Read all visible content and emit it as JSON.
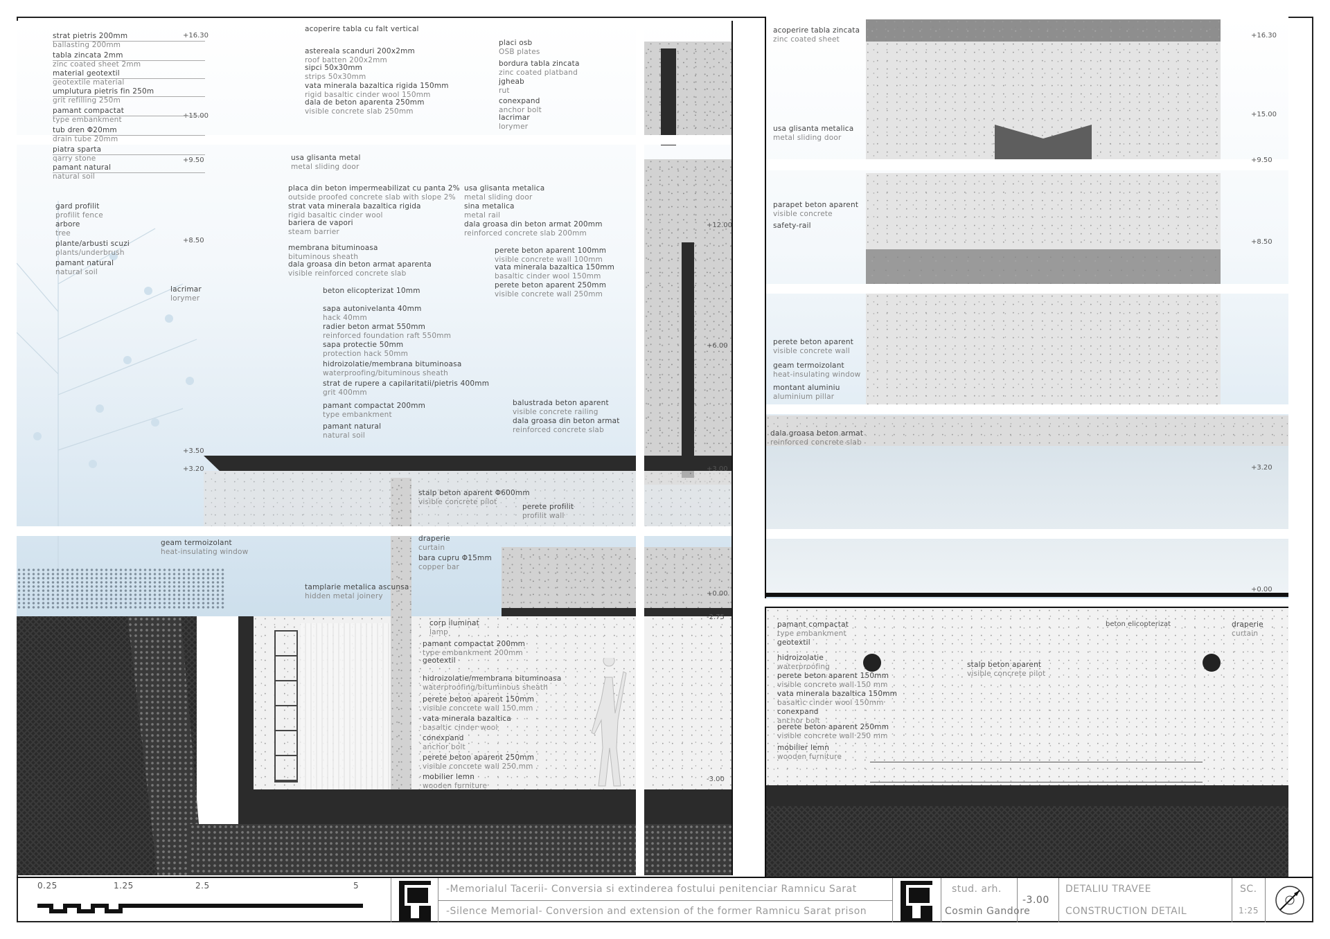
{
  "section": {
    "levels": [
      "+16.30",
      "+15.00",
      "+9.50",
      "+8.50",
      "+3.50",
      "+3.20",
      "+12.00",
      "+6.00",
      "+3.00",
      "+0.00",
      "-2.75",
      "-3.00"
    ],
    "notes_left": [
      {
        "ro": "strat pietris 200mm",
        "en": "ballasting 200mm"
      },
      {
        "ro": "tabla zincata 2mm",
        "en": "zinc coated sheet 2mm"
      },
      {
        "ro": "material geotextil",
        "en": "geotextile material"
      },
      {
        "ro": "umplutura pietris fin 250m",
        "en": "grit refilling 250m"
      },
      {
        "ro": "pamant compactat",
        "en": "type embankment"
      },
      {
        "ro": "tub dren Φ20mm",
        "en": "drain tube    20mm"
      },
      {
        "ro": "piatra sparta",
        "en": "qarry stone"
      },
      {
        "ro": "pamant natural",
        "en": "natural soil"
      },
      {
        "ro": "gard profilit",
        "en": "profilit fence"
      },
      {
        "ro": "arbore",
        "en": "tree"
      },
      {
        "ro": "plante/arbusti scuzi",
        "en": "plants/underbrush"
      },
      {
        "ro": "pamant natural",
        "en": "natural soil"
      },
      {
        "ro": "lacrimar",
        "en": "lorymer"
      },
      {
        "ro": "geam termoizolant",
        "en": "heat-insulating window"
      }
    ],
    "notes_mid": [
      {
        "ro": "acoperire tabla cu falt vertical",
        "en": ""
      },
      {
        "ro": "astereala scanduri 200x2mm",
        "en": "roof batten 200x2mm"
      },
      {
        "ro": "sipci 50x30mm",
        "en": "strips 50x30mm"
      },
      {
        "ro": "vata minerala bazaltica rigida 150mm",
        "en": "rigid basaltic cinder wool 150mm"
      },
      {
        "ro": "dala de beton aparenta 250mm",
        "en": "visible concrete slab 250mm"
      },
      {
        "ro": "usa glisanta metal",
        "en": "metal sliding door"
      },
      {
        "ro": "placa din beton impermeabilizat cu panta 2%",
        "en": "outside proofed concrete slab with slope 2%"
      },
      {
        "ro": "strat vata minerala bazaltica rigida",
        "en": "rigid basaltic cinder wool"
      },
      {
        "ro": "bariera de vapori",
        "en": "steam barrier"
      },
      {
        "ro": "membrana bituminoasa",
        "en": "bituminous sheath"
      },
      {
        "ro": "dala groasa din beton armat aparenta",
        "en": "visible reinforced concrete slab"
      },
      {
        "ro": "beton elicopterizat 10mm",
        "en": ""
      },
      {
        "ro": "sapa autonivelanta 40mm",
        "en": "hack 40mm"
      },
      {
        "ro": "radier beton armat 550mm",
        "en": "reinforced foundation raft 550mm"
      },
      {
        "ro": "sapa protectie 50mm",
        "en": "protection hack 50mm"
      },
      {
        "ro": "hidroizolatie/membrana bituminoasa",
        "en": "waterproofing/bituminous sheath"
      },
      {
        "ro": "strat de rupere a capilaritatii/pietris 400mm",
        "en": "grit 400mm"
      },
      {
        "ro": "pamant compactat 200mm",
        "en": "type embankment"
      },
      {
        "ro": "pamant natural",
        "en": "natural soil"
      }
    ],
    "notes_right": [
      {
        "ro": "placi osb",
        "en": "OSB plates"
      },
      {
        "ro": "bordura tabla zincata",
        "en": "zinc coated platband"
      },
      {
        "ro": "jgheab",
        "en": "rut"
      },
      {
        "ro": "conexpand",
        "en": "anchor bolt"
      },
      {
        "ro": "lacrimar",
        "en": "lorymer"
      },
      {
        "ro": "usa glisanta metalica",
        "en": "metal sliding door"
      },
      {
        "ro": "sina metalica",
        "en": "metal rail"
      },
      {
        "ro": "dala groasa din beton armat 200mm",
        "en": "reinforced concrete slab 200mm"
      },
      {
        "ro": "perete beton aparent 100mm",
        "en": "visible concrete wall 100mm"
      },
      {
        "ro": "vata minerala bazaltica 150mm",
        "en": "basaltic cinder wool 150mm"
      },
      {
        "ro": "perete beton aparent 250mm",
        "en": "visible concrete wall 250mm"
      },
      {
        "ro": "balustrada beton aparent",
        "en": "visible concrete railing"
      },
      {
        "ro": "dala groasa din beton armat",
        "en": "reinforced concrete slab"
      }
    ],
    "notes_lower": [
      {
        "ro": "stalp beton aparent Φ600mm",
        "en": "visible concrete pilot"
      },
      {
        "ro": "perete profilit",
        "en": "profilit wall"
      },
      {
        "ro": "draperie",
        "en": "curtain"
      },
      {
        "ro": "bara cupru Φ15mm",
        "en": "copper bar"
      },
      {
        "ro": "tamplarie metalica ascunsa",
        "en": "hidden metal joinery"
      },
      {
        "ro": "corp iluminat",
        "en": "lamp"
      },
      {
        "ro": "pamant compactat 200mm",
        "en": "type embankment 200mm"
      },
      {
        "ro": "geotextil",
        "en": ""
      },
      {
        "ro": "hidroizolatie/membrana bituminoasa",
        "en": "waterproofing/bituminous sheath"
      },
      {
        "ro": "perete beton aparent 150mm",
        "en": "visible concrete wall 150 mm"
      },
      {
        "ro": "vata minerala bazaltica",
        "en": "basaltic cinder wool"
      },
      {
        "ro": "conexpand",
        "en": "anchor bolt"
      },
      {
        "ro": "perete beton aparent 250mm",
        "en": "visible concrete wall 250 mm"
      },
      {
        "ro": "mobilier lemn",
        "en": "wooden furniture"
      }
    ]
  },
  "elevation": {
    "levels": [
      "+16.30",
      "+15.00",
      "+9.50",
      "+8.50",
      "+3.20",
      "+0.00"
    ],
    "notes": [
      {
        "ro": "acoperire tabla zincata",
        "en": "zinc coated sheet"
      },
      {
        "ro": "usa glisanta metalica",
        "en": "metal sliding door"
      },
      {
        "ro": "parapet beton aparent",
        "en": "visible concrete"
      },
      {
        "ro": "safety-rail",
        "en": ""
      },
      {
        "ro": "perete beton aparent",
        "en": "visible concrete wall"
      },
      {
        "ro": "geam termoizolant",
        "en": "heat-insulating window"
      },
      {
        "ro": "montant aluminiu",
        "en": "aluminium pillar"
      },
      {
        "ro": "dala groasa beton armat",
        "en": "reinforced concrete slab"
      }
    ]
  },
  "plan": {
    "notes_left": [
      {
        "ro": "pamant compactat",
        "en": "type embankment"
      },
      {
        "ro": "geotextil",
        "en": ""
      },
      {
        "ro": "hidroizolatie",
        "en": "waterproofing"
      },
      {
        "ro": "perete beton aparent 150mm",
        "en": "visible concrete wall 150 mm"
      },
      {
        "ro": "vata minerala bazaltica 150mm",
        "en": "basaltic cinder wool 150mm"
      },
      {
        "ro": "conexpand",
        "en": "anchor bolt"
      },
      {
        "ro": "perete beton aparent 250mm",
        "en": "visible concrete wall 250 mm"
      },
      {
        "ro": "mobilier lemn",
        "en": "wooden furniture"
      }
    ],
    "beton": "beton elicopterizat",
    "stalp": {
      "ro": "stalp beton aparent",
      "en": "visible concrete pilot"
    },
    "draperie": {
      "ro": "draperie",
      "en": "curtain"
    }
  },
  "title_block": {
    "scale_ticks": [
      "0.25",
      "1.25",
      "2.5",
      "5"
    ],
    "project_ro": "-Memorialul Tacerii- Conversia si extinderea fostului penitenciar Ramnicu Sarat",
    "project_en": "-Silence Memorial- Conversion and extension of the former Ramnicu Sarat prison",
    "stud_label": "stud. arh.",
    "student": "Cosmin Gandore",
    "sheet_no": "-3.00",
    "title_ro": "DETALIU TRAVEE",
    "title_en": "CONSTRUCTION DETAIL",
    "sc_label": "SC.",
    "scale": "1:25"
  }
}
